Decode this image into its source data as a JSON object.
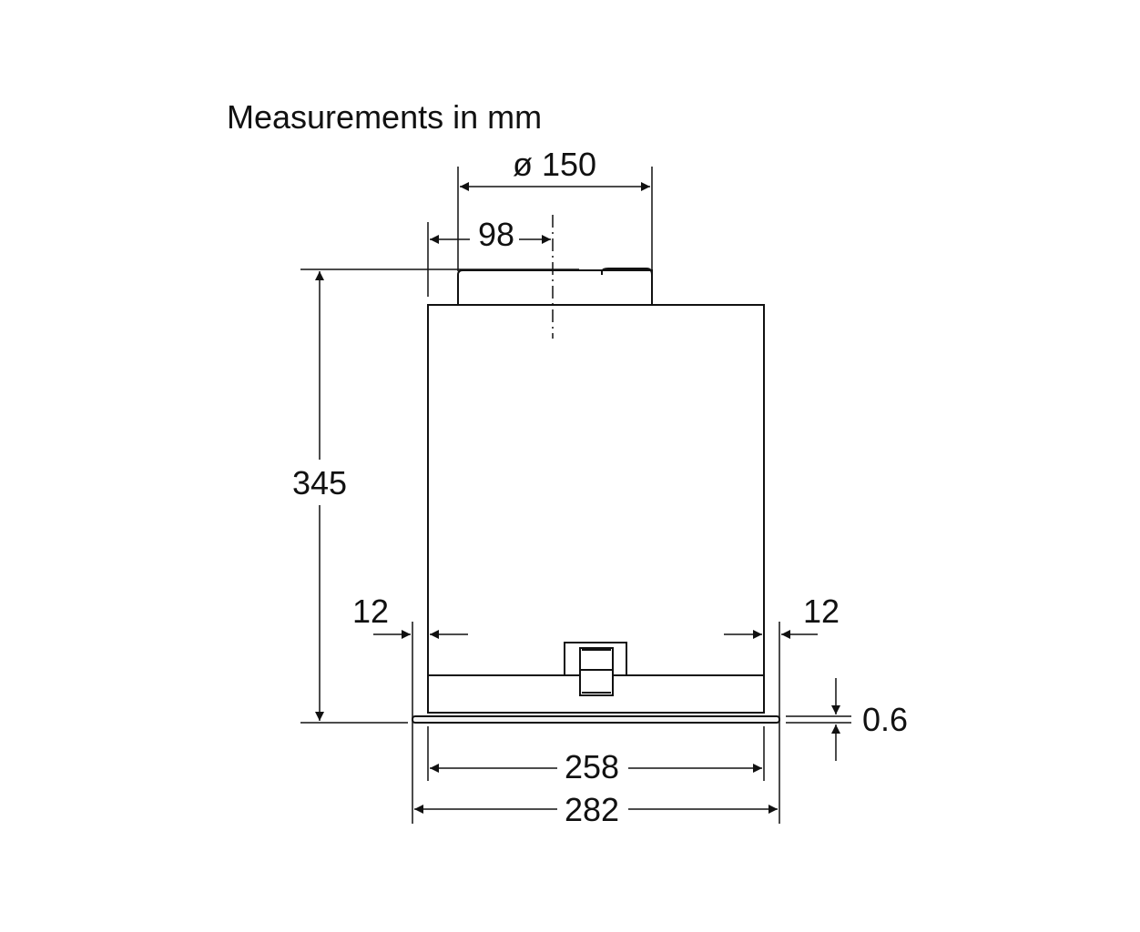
{
  "title": "Measurements in mm",
  "dimensions": {
    "duct_diameter": "ø 150",
    "duct_offset": "98",
    "height": "345",
    "left_margin": "12",
    "right_margin": "12",
    "frame_thickness": "0.6",
    "inner_width": "258",
    "outer_width": "282"
  },
  "colors": {
    "line": "#111111",
    "light_line": "#777777",
    "background": "#ffffff"
  }
}
